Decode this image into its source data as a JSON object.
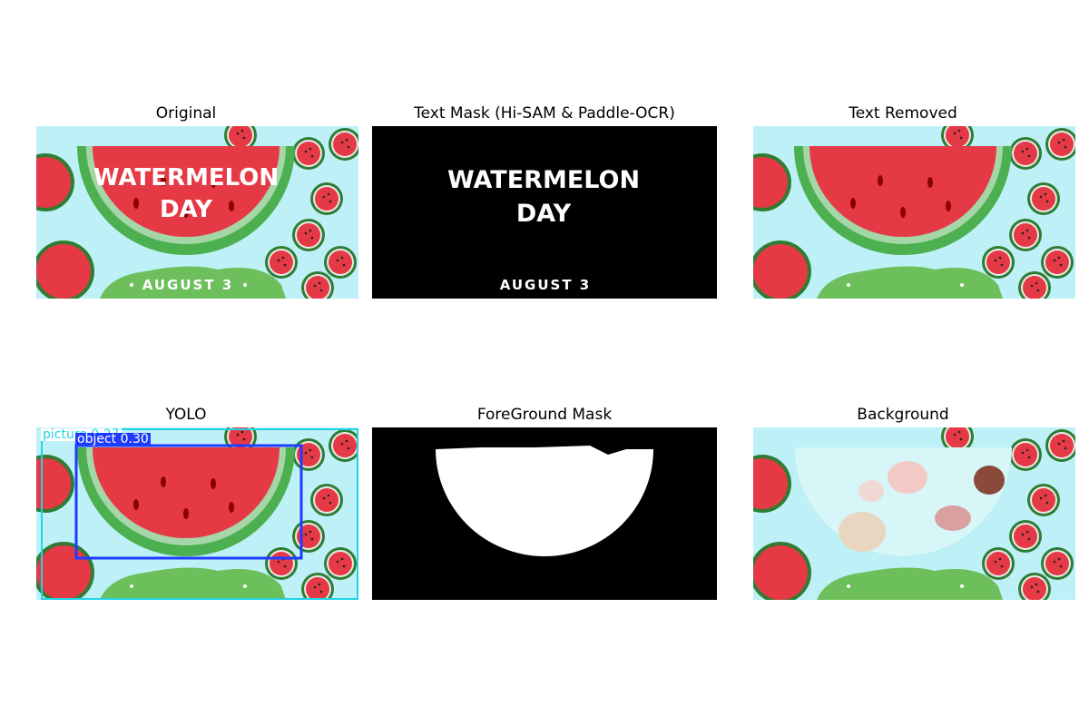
{
  "panels": {
    "original": {
      "title": "Original"
    },
    "text_mask": {
      "title": "Text Mask (Hi-SAM & Paddle-OCR)"
    },
    "text_removed": {
      "title": "Text Removed"
    },
    "yolo": {
      "title": "YOLO"
    },
    "foreground_mask": {
      "title": "ForeGround Mask"
    },
    "background": {
      "title": "Background"
    }
  },
  "poster": {
    "line1": "WATERMELON",
    "line2": "DAY",
    "date": "AUGUST 3",
    "bullet": "•"
  },
  "detections": [
    {
      "label": "picture 0.27",
      "color": "#22d3e6"
    },
    {
      "label": "object 0.30",
      "color": "#1e3cff"
    }
  ],
  "colors": {
    "sky": "#bdf1f7",
    "melon_red": "#e63946",
    "rind_green": "#4caf50",
    "hill_green": "#6cbf5b"
  }
}
